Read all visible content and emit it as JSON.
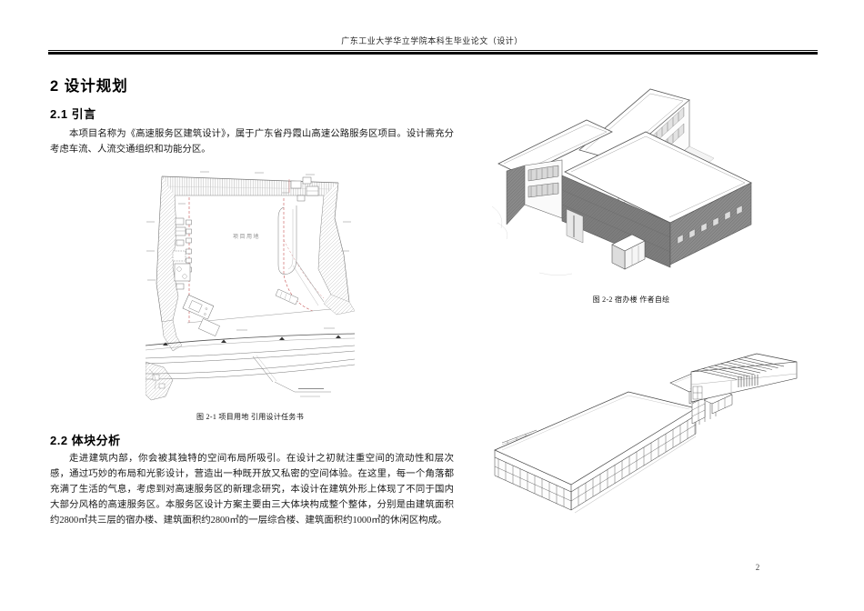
{
  "page": {
    "header_title": "广东工业大学华立学院本科生毕业论文（设计）",
    "page_number": "2"
  },
  "sections": {
    "chapter_heading": "2 设计规划",
    "s21_heading": "2.1 引言",
    "s21_body": "本项目名称为《高速服务区建筑设计》，属于广东省丹霞山高速公路服务区项目。设计需充分考虑车流、人流交通组织和功能分区。",
    "s22_heading": "2.2 体块分析",
    "s22_body": "走进建筑内部，你会被其独特的空间布局所吸引。在设计之初就注重空间的流动性和层次感，通过巧妙的布局和光影设计，营造出一种既开放又私密的空间体验。在这里，每一个角落都充满了生活的气息，考虑到对高速服务区的新理念研究，本设计在建筑外形上体现了不同于国内大部分风格的高速服务区。本服务区设计方案主要由三大体块构成整个整体，分别是由建筑面积约2800㎡共三层的宿办楼、建筑面积约2800㎡的一层综合楼、建筑面积约1000㎡的休闲区构成。"
  },
  "figures": {
    "site_plan": {
      "caption": "图 2-1 项目用地 引用设计任务书",
      "site_label": "项目用地"
    },
    "dorm_building": {
      "caption": "图 2-2 宿办楼 作者自绘"
    }
  },
  "colors": {
    "red_dashed": "#c65454",
    "dark_facade": "#7d7d7d",
    "drawing_line": "#555555"
  }
}
